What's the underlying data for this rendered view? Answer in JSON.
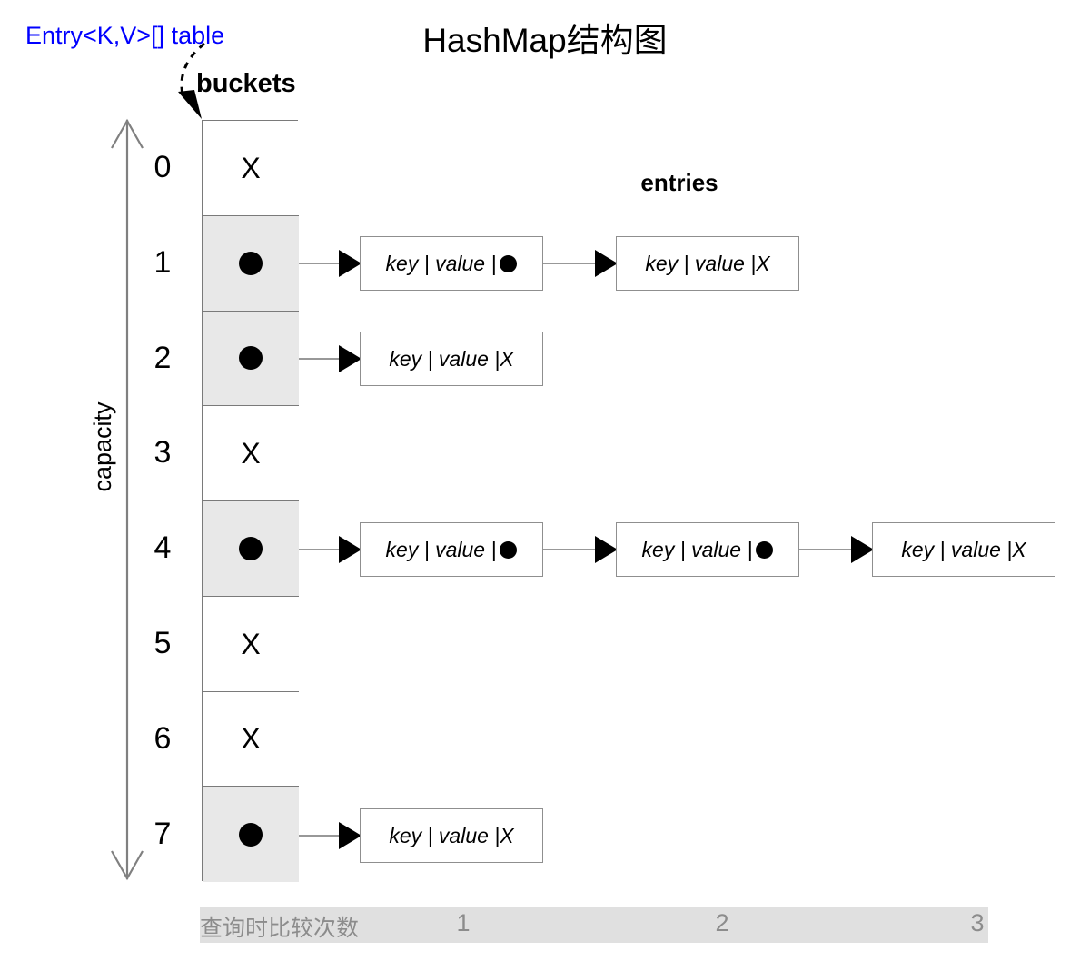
{
  "title": "HashMap结构图",
  "labels": {
    "table_label": "Entry<K,V>[] table",
    "buckets_label": "buckets",
    "entries_label": "entries",
    "capacity_label": "capacity"
  },
  "colors": {
    "table_label_color": "#0000FF",
    "bucket_filled_bg": "#E8E8E8",
    "bucket_empty_bg": "#FFFFFF",
    "bucket_border": "#7A7A7A",
    "entry_border": "#8F8F8F",
    "footer_bg": "#E0E0E0",
    "footer_text": "#8C8C8C",
    "dot_color": "#000000",
    "connector_line": "#777777"
  },
  "bucket_array": {
    "null_glyph": "X",
    "pointer_glyph": "dot-icon",
    "cells": [
      {
        "index": "0",
        "state": "empty",
        "content": "X",
        "chain_length": 0
      },
      {
        "index": "1",
        "state": "filled",
        "content": "dot",
        "chain_length": 2
      },
      {
        "index": "2",
        "state": "filled",
        "content": "dot",
        "chain_length": 1
      },
      {
        "index": "3",
        "state": "empty",
        "content": "X",
        "chain_length": 0
      },
      {
        "index": "4",
        "state": "filled",
        "content": "dot",
        "chain_length": 3
      },
      {
        "index": "5",
        "state": "empty",
        "content": "X",
        "chain_length": 0
      },
      {
        "index": "6",
        "state": "empty",
        "content": "X",
        "chain_length": 0
      },
      {
        "index": "7",
        "state": "filled",
        "content": "dot",
        "chain_length": 1
      }
    ]
  },
  "entry_text": {
    "key": "key",
    "separator": "|",
    "value": "value",
    "next_null": "X"
  },
  "entries": [
    {
      "row": 1,
      "col": 1,
      "text": "key | value | ",
      "next": "dot"
    },
    {
      "row": 1,
      "col": 2,
      "text": "key | value | ",
      "next": "X"
    },
    {
      "row": 2,
      "col": 1,
      "text": "key | value | ",
      "next": "X"
    },
    {
      "row": 4,
      "col": 1,
      "text": "key | value | ",
      "next": "dot"
    },
    {
      "row": 4,
      "col": 2,
      "text": "key | value | ",
      "next": "dot"
    },
    {
      "row": 4,
      "col": 3,
      "text": "key | value | ",
      "next": "X"
    },
    {
      "row": 7,
      "col": 1,
      "text": "key | value | ",
      "next": "X"
    }
  ],
  "footer": {
    "label": "查询时比较次数",
    "numbers": [
      "1",
      "2",
      "3"
    ]
  }
}
